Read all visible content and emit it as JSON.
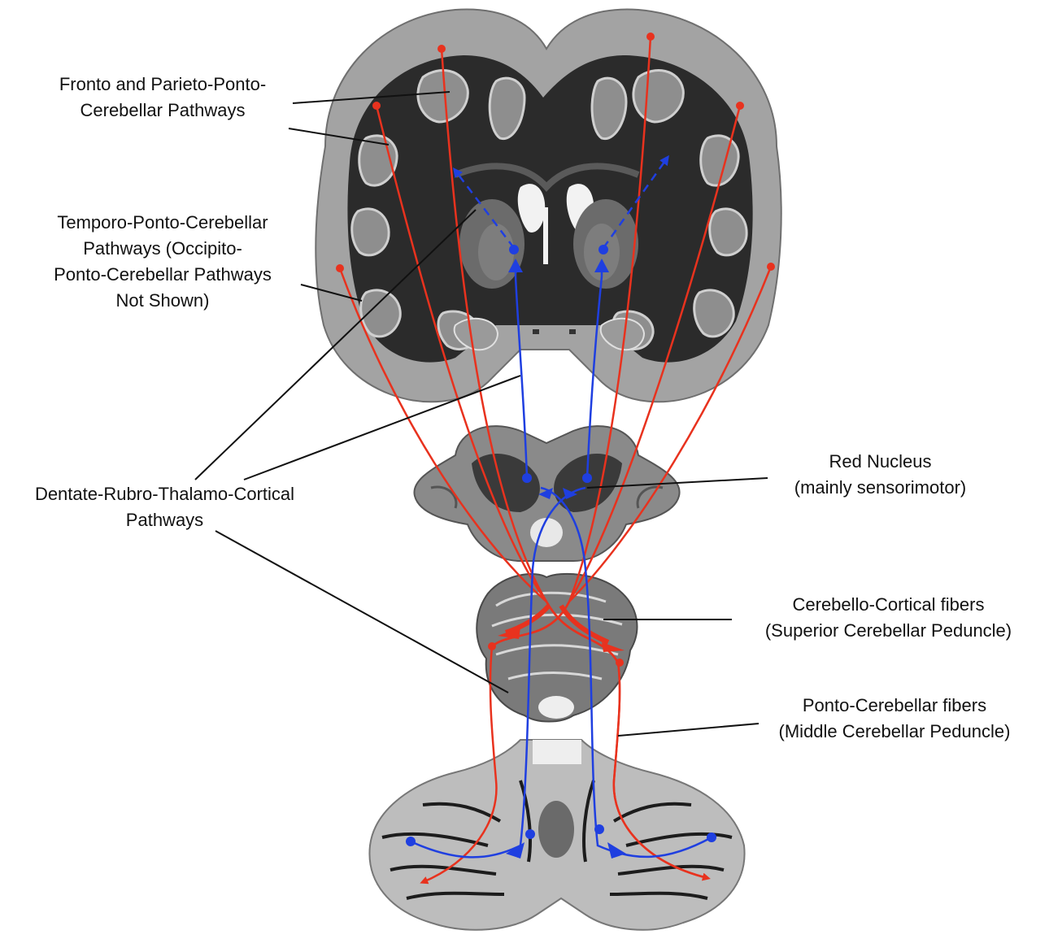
{
  "labels": {
    "fronto_parieto": [
      "Fronto and Parieto-Ponto-",
      "Cerebellar Pathways"
    ],
    "temporo": [
      "Temporo-Ponto-Cerebellar",
      "Pathways (Occipito-",
      "Ponto-Cerebellar Pathways",
      "Not Shown)"
    ],
    "dentate": [
      "Dentate-Rubro-Thalamo-Cortical",
      "Pathways"
    ],
    "red_nucleus": [
      "Red Nucleus",
      "(mainly sensorimotor)"
    ],
    "cerebello_cortical": [
      "Cerebello-Cortical fibers",
      "(Superior Cerebellar Peduncle)"
    ],
    "ponto_cerebellar": [
      "Ponto-Cerebellar fibers",
      "(Middle Cerebellar Peduncle)"
    ]
  },
  "colors": {
    "ponto_cerebellar_pathway": "#e8321e",
    "dentate_rubro_thalamo_cortical_pathway": "#1f3fe0",
    "leader_line": "#111111",
    "white_matter": "#2a2a2a",
    "grey_matter": "#9a9a9a"
  }
}
